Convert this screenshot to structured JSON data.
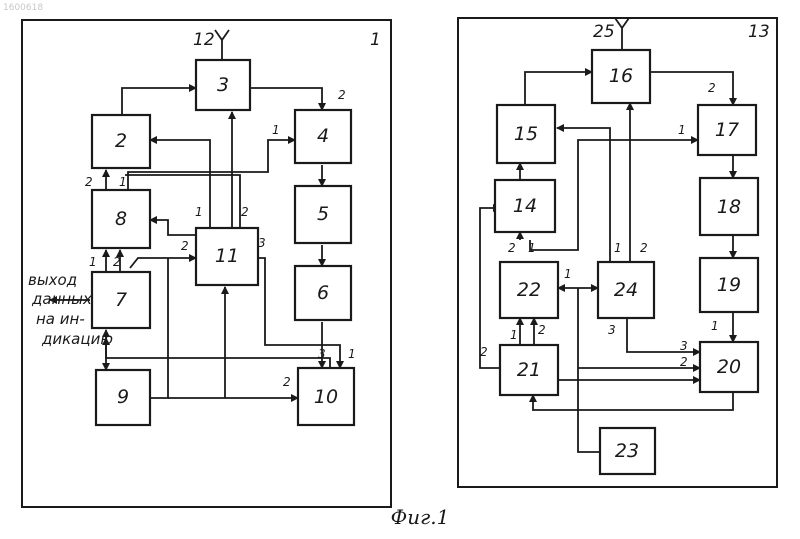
{
  "doc_number": "1600618",
  "figure_caption": "Фиг.1",
  "left_panel": {
    "panel_number": "1",
    "antenna_label": "12",
    "output_label": [
      "выход",
      "данных",
      "на ин-",
      "дикацию"
    ],
    "blocks": [
      "2",
      "3",
      "4",
      "5",
      "6",
      "7",
      "8",
      "9",
      "10",
      "11"
    ]
  },
  "right_panel": {
    "panel_number": "13",
    "antenna_label": "25",
    "blocks": [
      "14",
      "15",
      "16",
      "17",
      "18",
      "19",
      "20",
      "21",
      "22",
      "23",
      "24"
    ]
  },
  "ports": [
    "1",
    "2",
    "3"
  ]
}
